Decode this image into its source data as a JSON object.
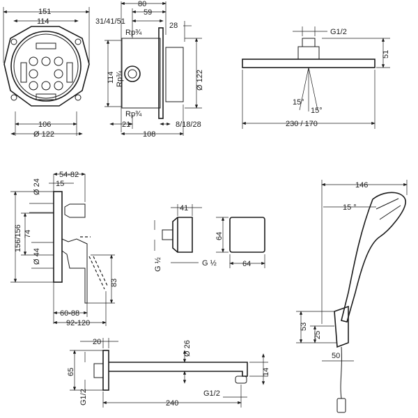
{
  "mounting_box_front": {
    "width_outer": "151",
    "width_inner": "114",
    "bottom_inner": "106",
    "diameter": "Ø 122"
  },
  "mounting_box_side": {
    "depth_total": "80",
    "depth_59": "59",
    "depth_var": "31/41/51",
    "offset_28": "28",
    "thread_top": "Rp¾",
    "thread_mid": "Rp¾",
    "thread_bottom": "Rp¾",
    "height": "114",
    "diameter": "Ø 122",
    "offset_21": "21",
    "width_108": "108",
    "ext_var": "8/18/28"
  },
  "overhead_shower": {
    "connection": "G1/2",
    "height": "51",
    "angle_left": "15°",
    "angle_right": "15°",
    "width": "230 / 170"
  },
  "mixer": {
    "projection_top": "54-82",
    "diameter_24": "Ø 24",
    "offset_15": "15",
    "height": "156/156",
    "spacing_74": "74",
    "diameter_44": "Ø 44",
    "handle_83": "83",
    "projection_60_88": "60-88",
    "projection_92_120": "92-120"
  },
  "wall_outlet": {
    "depth": "41",
    "height": "64",
    "thread_left": "G ½",
    "thread_bottom": "G ½",
    "width": "64"
  },
  "hand_shower": {
    "length": "146",
    "angle": "15 °",
    "holder_53": "53",
    "holder_25": "25",
    "holder_50": "50"
  },
  "spout": {
    "plate": "20",
    "diameter": "Ø 26",
    "height": "65",
    "thread_left": "G1/2",
    "thread_outlet": "G1/2",
    "outlet_14": "14",
    "length": "240"
  }
}
